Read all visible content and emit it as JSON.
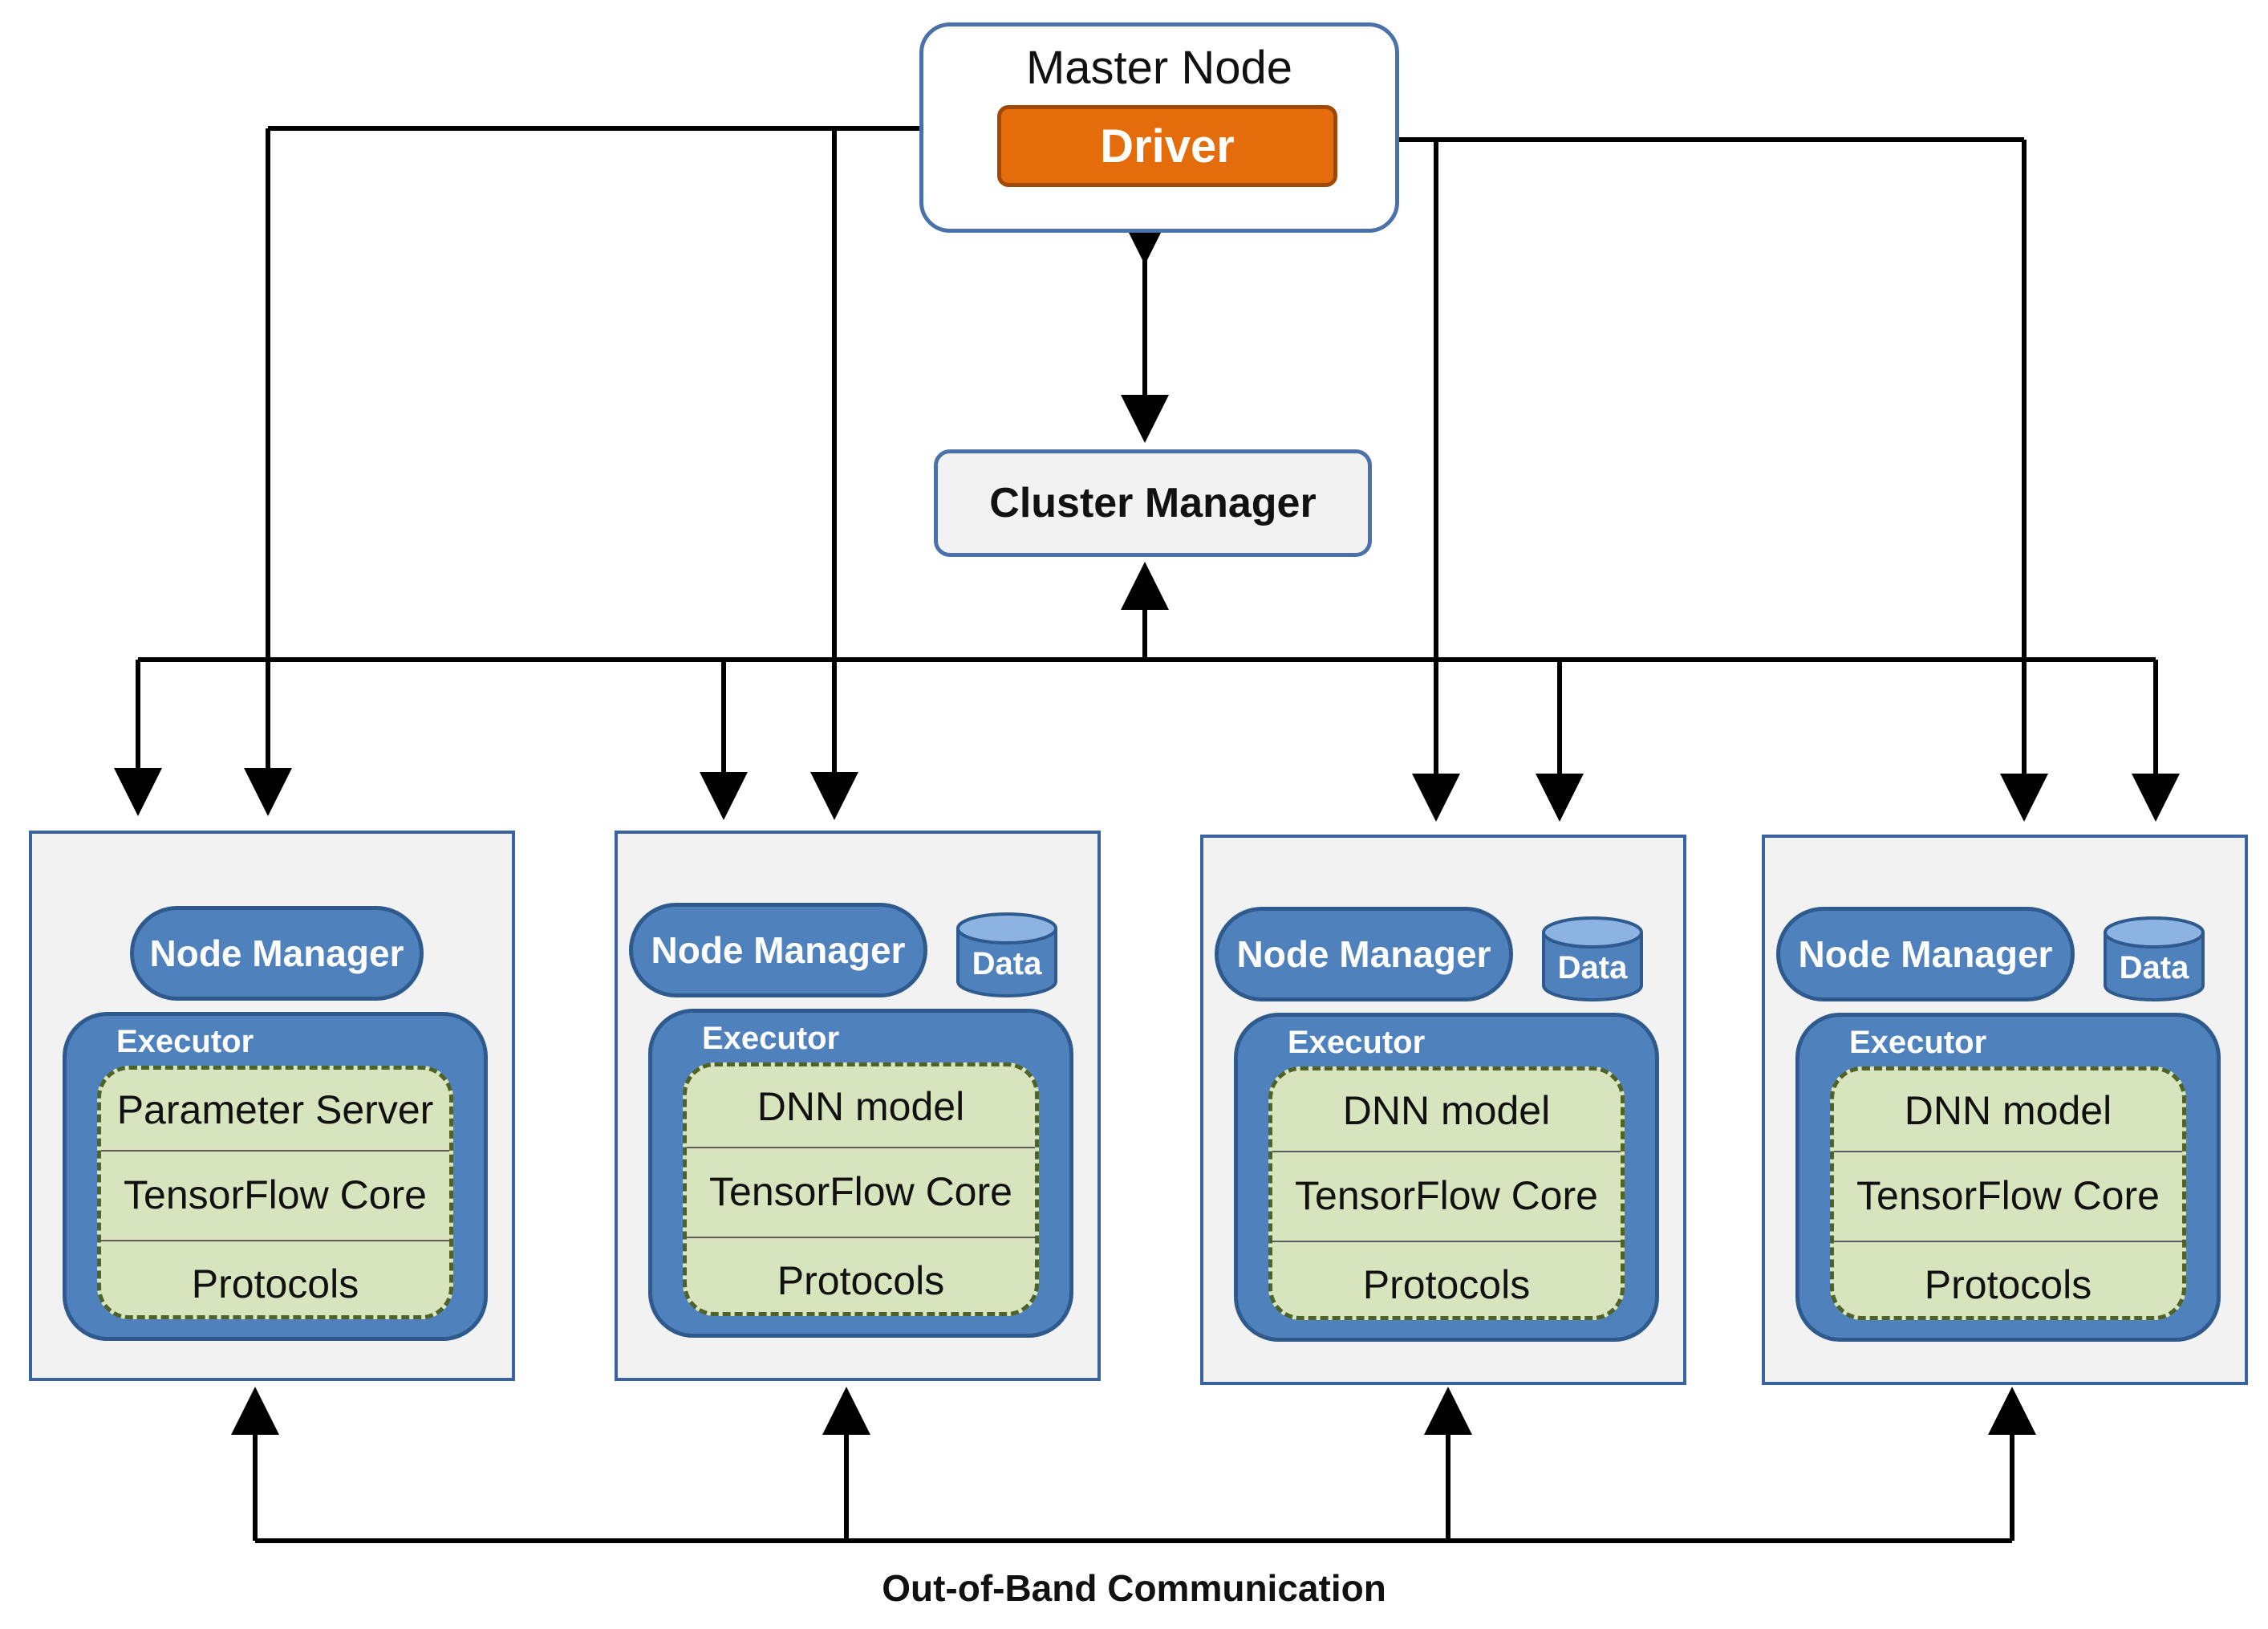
{
  "master_node": {
    "title": "Master Node",
    "driver": "Driver"
  },
  "cluster_manager": "Cluster Manager",
  "workers": [
    {
      "node_manager": "Node Manager",
      "data": "",
      "executor": "Executor",
      "layers": [
        "Parameter Server",
        "TensorFlow Core",
        "Protocols"
      ]
    },
    {
      "node_manager": "Node Manager",
      "data": "Data",
      "executor": "Executor",
      "layers": [
        "DNN model",
        "TensorFlow Core",
        "Protocols"
      ]
    },
    {
      "node_manager": "Node Manager",
      "data": "Data",
      "executor": "Executor",
      "layers": [
        "DNN model",
        "TensorFlow Core",
        "Protocols"
      ]
    },
    {
      "node_manager": "Node Manager",
      "data": "Data",
      "executor": "Executor",
      "layers": [
        "DNN model",
        "TensorFlow Core",
        "Protocols"
      ]
    }
  ],
  "footer": "Out-of-Band Communication",
  "colors": {
    "accent_blue": "#4f81bd",
    "driver_orange": "#e46c0a",
    "layer_green": "#d7e4bd",
    "panel_gray": "#f2f2f2"
  }
}
